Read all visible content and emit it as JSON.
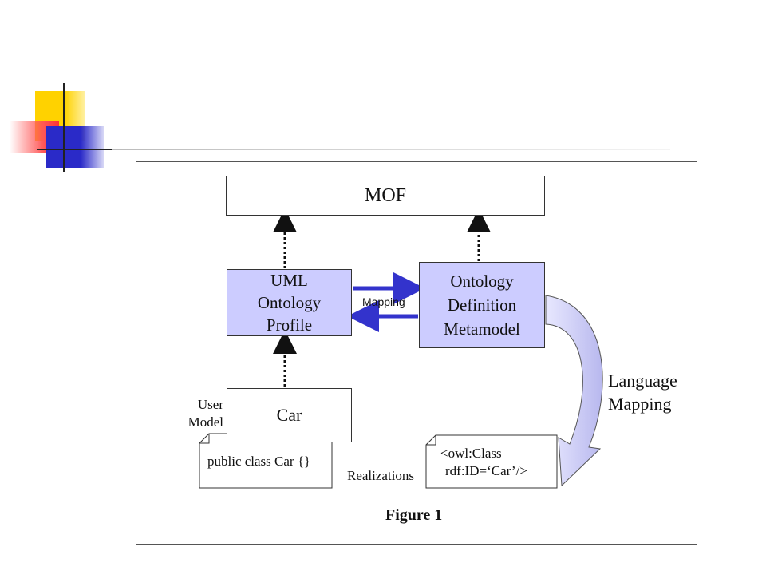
{
  "diagram": {
    "mof": "MOF",
    "uml_profile": [
      "UML",
      "Ontology",
      "Profile"
    ],
    "odm": [
      "Ontology",
      "Definition",
      "Metamodel"
    ],
    "car": "Car",
    "mapping": "Mapping",
    "language_mapping": [
      "Language",
      "Mapping"
    ],
    "user_model": [
      "User",
      "Model"
    ],
    "java_code": "public class Car {}",
    "owl_code": [
      "<owl:Class",
      "rdf:ID=‘Car’/>"
    ],
    "realizations": "Realizations",
    "caption": "Figure 1"
  },
  "colors": {
    "box_fill": "#ccccff",
    "arrow_blue": "#3333cc",
    "deco_yellow": "#ffd200",
    "deco_red": "#ff3333",
    "deco_blue": "#3333cc"
  }
}
